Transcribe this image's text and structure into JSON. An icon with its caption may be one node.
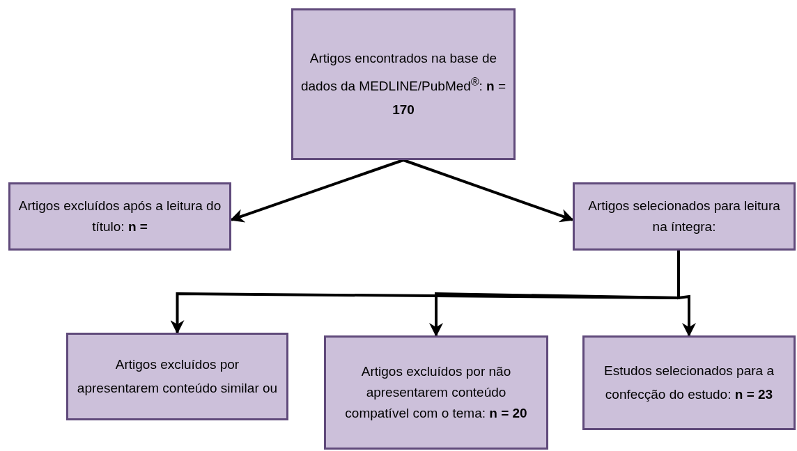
{
  "diagram": {
    "nodes": [
      {
        "text": [
          "Artigos encontrados na base de dados da MEDLINE/PubMed$^{®}$: **n** = **170**"
        ]
      },
      {
        "text": [
          "Artigos excluídos após a leitura do título: **n =**"
        ]
      },
      {
        "text": [
          "Artigos selecionados para leitura na íntegra:"
        ]
      },
      {
        "text": [
          "Artigos excluídos por apresentarem conteúdo similar ou"
        ]
      },
      {
        "text": [
          "Artigos excluídos por não apresentarem conteúdo compatível com o tema: **n = 20**"
        ]
      },
      {
        "text": [
          "Estudos selecionados para a confecção do estudo: **n = 23**"
        ]
      }
    ],
    "edges": [
      {
        "from": 0,
        "to": 1,
        "arrow": "to"
      },
      {
        "from": 0,
        "to": 2,
        "arrow": "to"
      },
      {
        "from": 2,
        "to": 3,
        "arrow": "to"
      },
      {
        "from": 2,
        "to": 4,
        "arrow": "to"
      },
      {
        "from": 2,
        "to": 5,
        "arrow": "to"
      }
    ]
  }
}
